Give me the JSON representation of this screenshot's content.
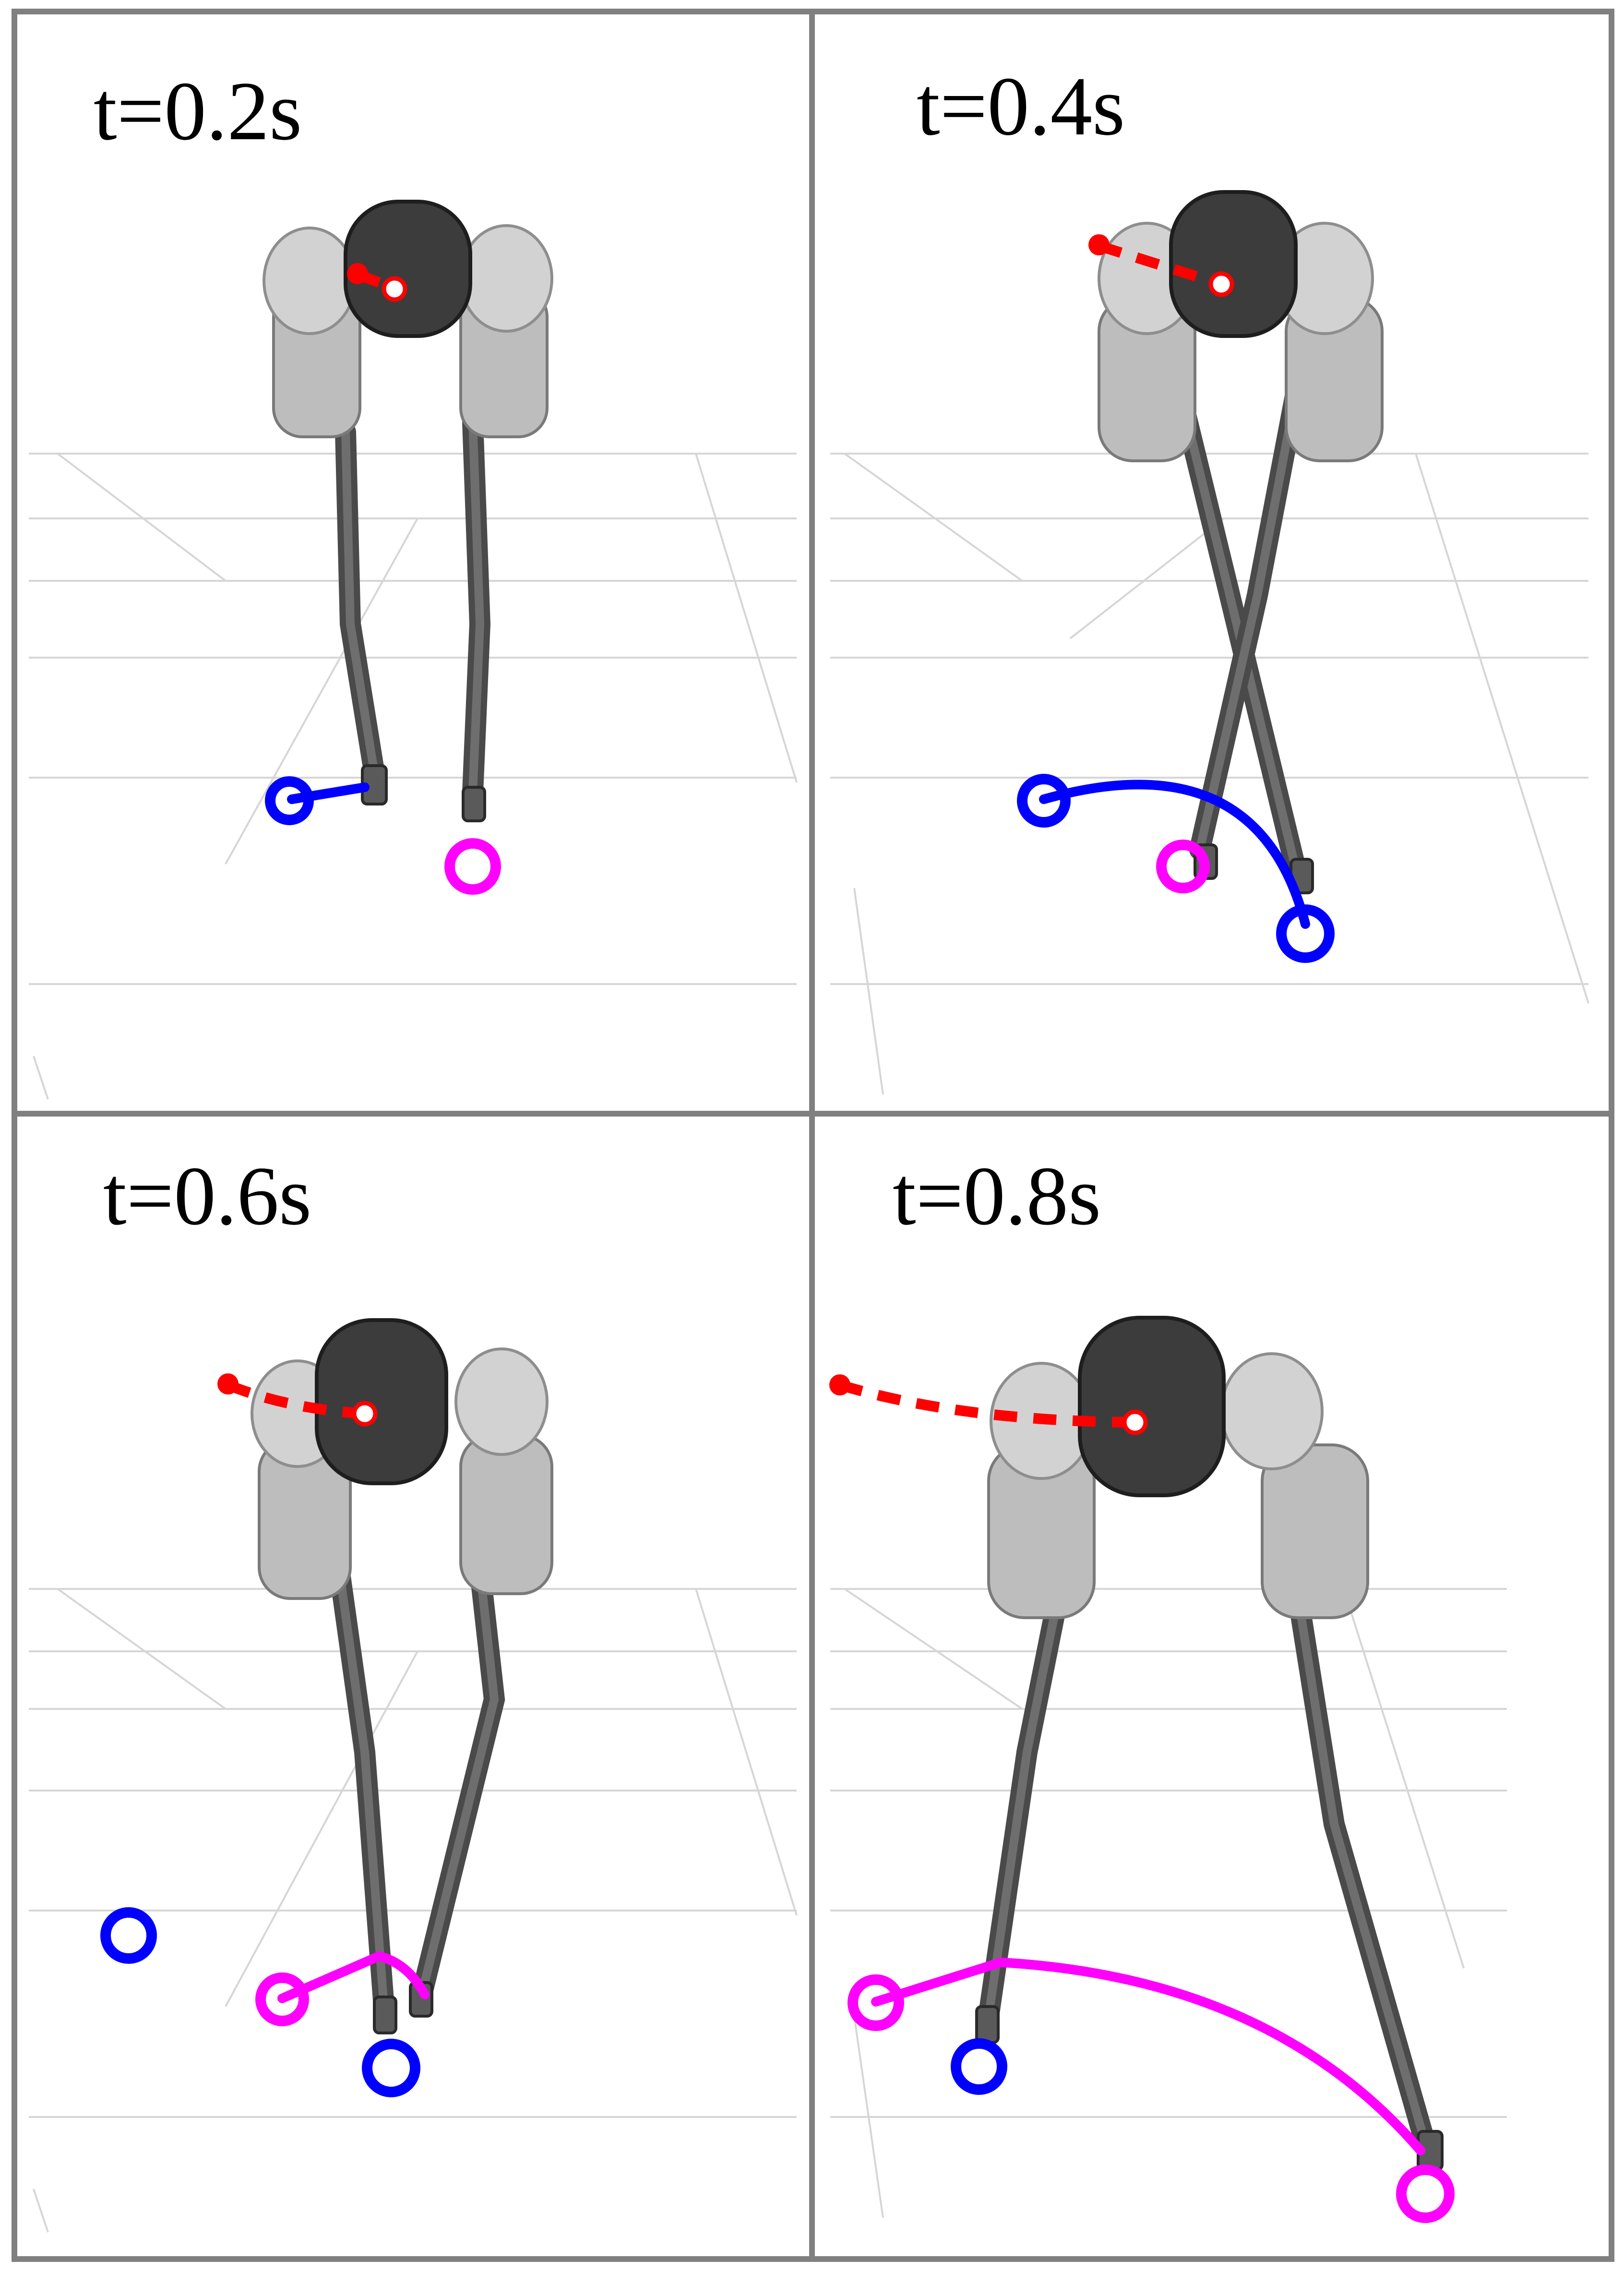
{
  "panels": [
    {
      "time_label": "t=0.2s"
    },
    {
      "time_label": "t=0.4s"
    },
    {
      "time_label": "t=0.6s"
    },
    {
      "time_label": "t=0.8s"
    }
  ],
  "colors": {
    "frame": "#808080",
    "com_trajectory": "#ff0000",
    "blue_foot": "#0000ff",
    "magenta_foot": "#ff00ff"
  }
}
